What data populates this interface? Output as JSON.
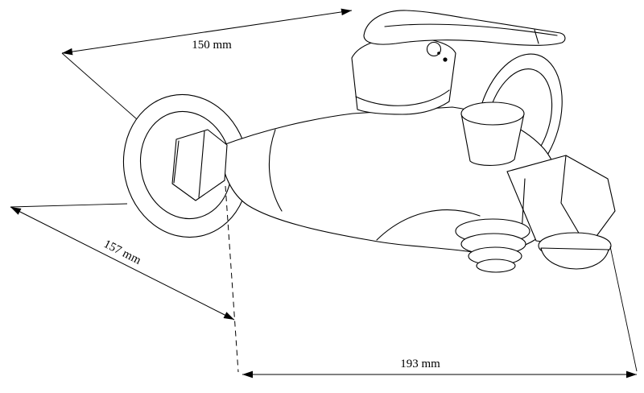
{
  "page": {
    "background_color": "#ffffff",
    "line_color": "#000000"
  },
  "drawing": {
    "type": "technical-line-drawing",
    "subject": "wall-mounted-bath-mixer-faucet",
    "dimensions": {
      "width_label": "150 mm",
      "depth_label": "157 mm",
      "length_label": "193 mm"
    }
  }
}
